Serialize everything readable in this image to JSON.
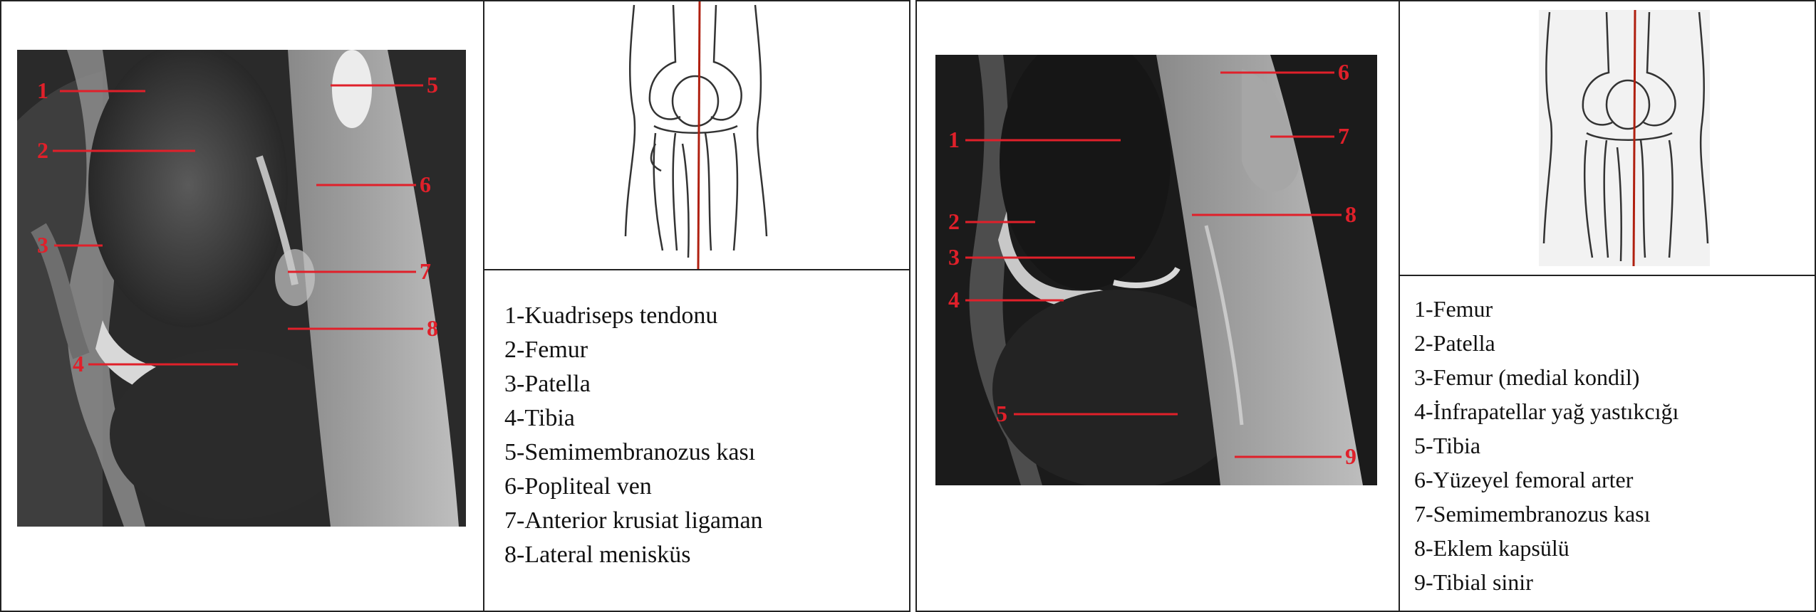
{
  "colors": {
    "annotation": "#e0202a",
    "border": "#222222",
    "mri_background": "#1a1a1a",
    "plane_line": "#b02010"
  },
  "panel_left": {
    "markers": [
      "1",
      "2",
      "3",
      "4",
      "5",
      "6",
      "7",
      "8"
    ],
    "legend": [
      "1-Kuadriseps tendonu",
      "2-Femur",
      "3-Patella",
      "4-Tibia",
      "5-Semimembranozus kası",
      "6-Popliteal ven",
      "7-Anterior krusiat ligaman",
      "8-Lateral menisküs"
    ]
  },
  "panel_right": {
    "markers": [
      "1",
      "2",
      "3",
      "4",
      "5",
      "6",
      "7",
      "8",
      "9"
    ],
    "legend": [
      "1-Femur",
      "2-Patella",
      "3-Femur (medial kondil)",
      "4-İnfrapatellar yağ yastıkcığı",
      "5-Tibia",
      "6-Yüzeyel femoral arter",
      "7-Semimembranozus kası",
      "8-Eklem kapsülü",
      "9-Tibial sinir"
    ]
  },
  "icons": {
    "mri_left": "sagittal-knee-mri-image",
    "mri_right": "sagittal-knee-mri-image",
    "diagram_left": "knee-anatomy-plane-diagram",
    "diagram_right": "knee-anatomy-plane-diagram"
  }
}
